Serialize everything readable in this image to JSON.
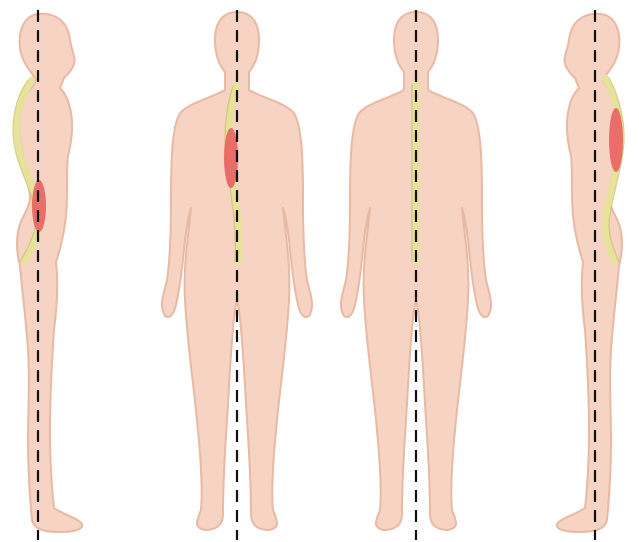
{
  "colors": {
    "skin": "#f6d3c2",
    "outline": "#e8b9a4",
    "spine": "#e6e29a",
    "spine_edge": "#c9c56b",
    "highlight": "#e9555a",
    "plumb_line": "#111111"
  },
  "figures": [
    {
      "id": "kyphosis-lordosis-side-view",
      "view": "side",
      "facing": "right",
      "spine_shape": "curved",
      "highlighted_region": "lower-back"
    },
    {
      "id": "scoliosis-back-view",
      "view": "back",
      "spine_shape": "lateral-curve",
      "highlighted_region": "mid-back"
    },
    {
      "id": "normal-back-view",
      "view": "back",
      "spine_shape": "straight",
      "highlighted_region": "none"
    },
    {
      "id": "kyphosis-side-view",
      "view": "side",
      "facing": "left",
      "spine_shape": "curved",
      "highlighted_region": "upper-back"
    }
  ]
}
